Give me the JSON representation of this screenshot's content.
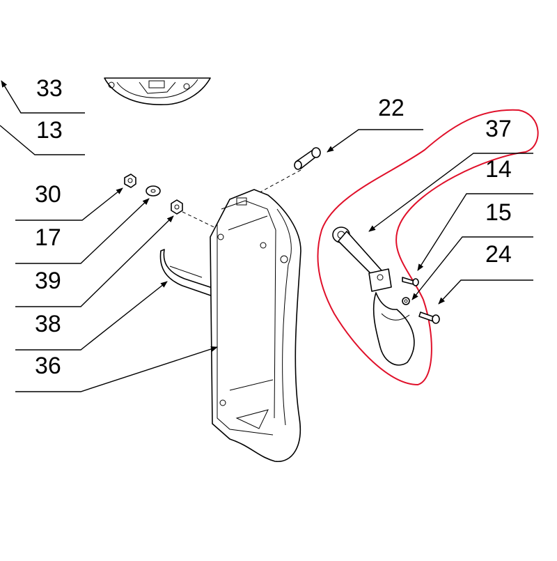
{
  "diagram": {
    "highlight_color": "#e0102a",
    "callouts": [
      {
        "id": "c33",
        "number": "33"
      },
      {
        "id": "c13",
        "number": "13"
      },
      {
        "id": "c22",
        "number": "22"
      },
      {
        "id": "c37",
        "number": "37"
      },
      {
        "id": "c14",
        "number": "14"
      },
      {
        "id": "c15",
        "number": "15"
      },
      {
        "id": "c24",
        "number": "24"
      },
      {
        "id": "c30",
        "number": "30"
      },
      {
        "id": "c17",
        "number": "17"
      },
      {
        "id": "c39",
        "number": "39"
      },
      {
        "id": "c38",
        "number": "38"
      },
      {
        "id": "c36",
        "number": "36"
      }
    ]
  }
}
